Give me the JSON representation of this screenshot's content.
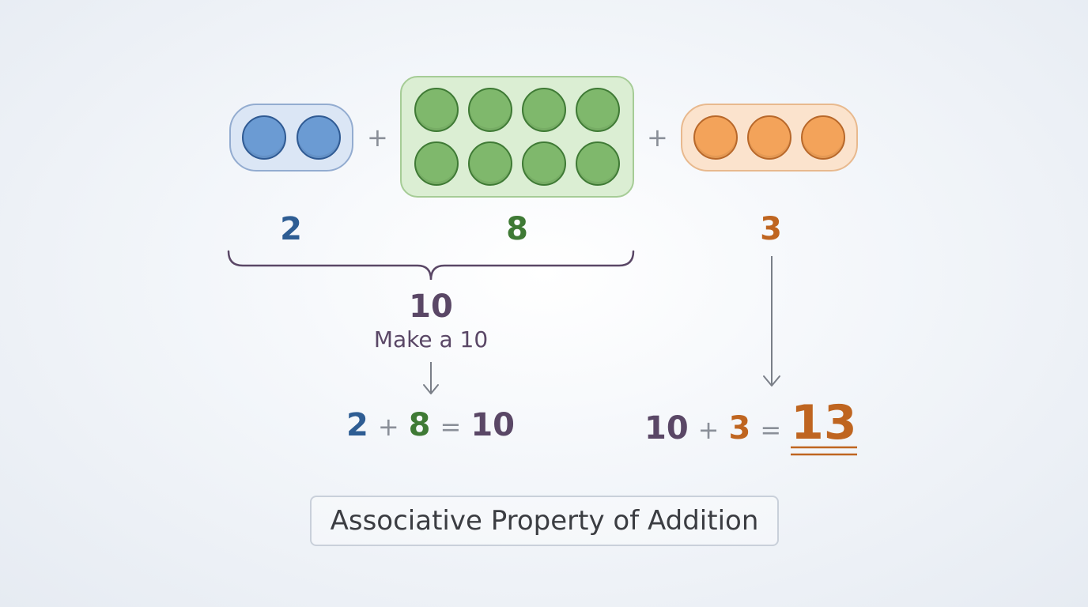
{
  "groups": {
    "blue": {
      "count": 2,
      "label": "2"
    },
    "green": {
      "count": 8,
      "label": "8"
    },
    "orange": {
      "count": 3,
      "label": "3"
    }
  },
  "operators": {
    "plus": "+",
    "equals": "="
  },
  "brace": {
    "total": "10",
    "caption": "Make a 10"
  },
  "equation_left": {
    "a": "2",
    "b": "8",
    "result": "10"
  },
  "equation_right": {
    "a": "10",
    "b": "3",
    "result": "13"
  },
  "property_label": "Associative Property of Addition",
  "colors": {
    "blue": "#2e5d93",
    "green": "#3f7a35",
    "orange": "#bf6520",
    "purple": "#5a4766",
    "arrow": "#7a7f88"
  }
}
